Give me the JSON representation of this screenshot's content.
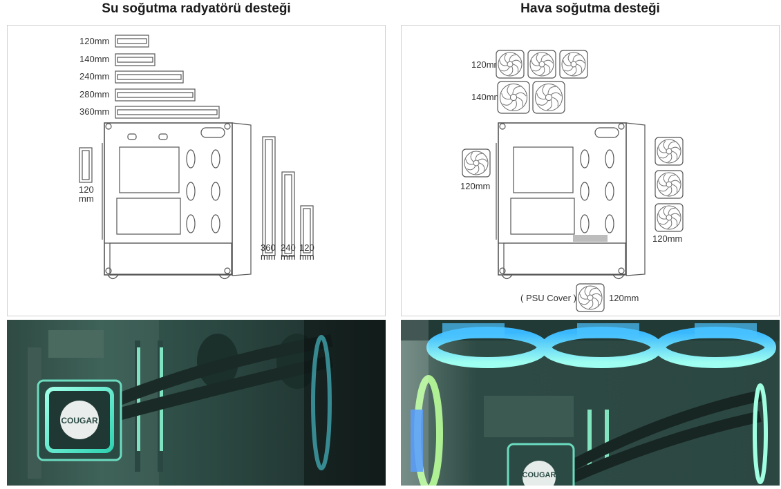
{
  "left": {
    "title": "Su soğutma radyatörü desteği",
    "radiators_top": [
      "120mm",
      "140mm",
      "240mm",
      "280mm",
      "360mm"
    ],
    "rear_label_1": "120",
    "rear_label_2": "mm",
    "front_labels": [
      {
        "num": "360",
        "unit": "mm"
      },
      {
        "num": "240",
        "unit": "mm"
      },
      {
        "num": "120",
        "unit": "mm"
      }
    ]
  },
  "right": {
    "title": "Hava soğutma desteği",
    "top_label_120": "120mm",
    "top_label_140": "140mm",
    "rear_label": "120mm",
    "front_label": "120mm",
    "psu_label": "( PSU Cover )",
    "psu_size": "120mm"
  },
  "colors": {
    "line": "#555555",
    "photo_bg": "#1d3a33",
    "rgb_cyan": "#49f0d0",
    "rgb_blue": "#3aa8ff"
  },
  "icons": [
    "fan-icon",
    "radiator-icon",
    "case-diagram"
  ]
}
